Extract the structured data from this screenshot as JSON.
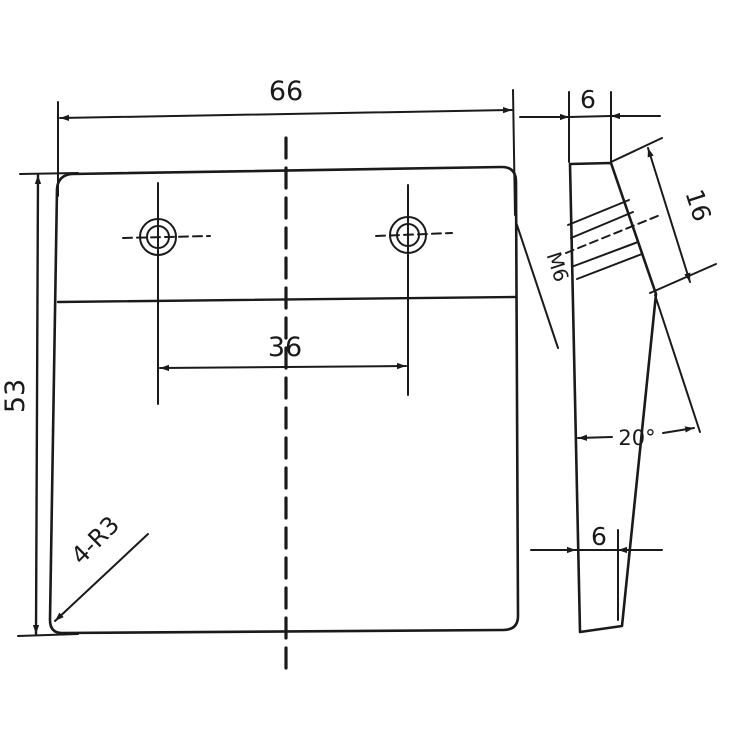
{
  "drawing": {
    "front_view": {
      "width_dim": "66",
      "height_dim": "53",
      "hole_spacing_dim": "36",
      "corner_radius_note": "4-R3"
    },
    "side_view": {
      "top_thickness_dim": "6",
      "slot_width_dim": "16",
      "thread_label": "M6",
      "angle_dim": "20°",
      "bottom_thickness_dim": "6"
    }
  }
}
